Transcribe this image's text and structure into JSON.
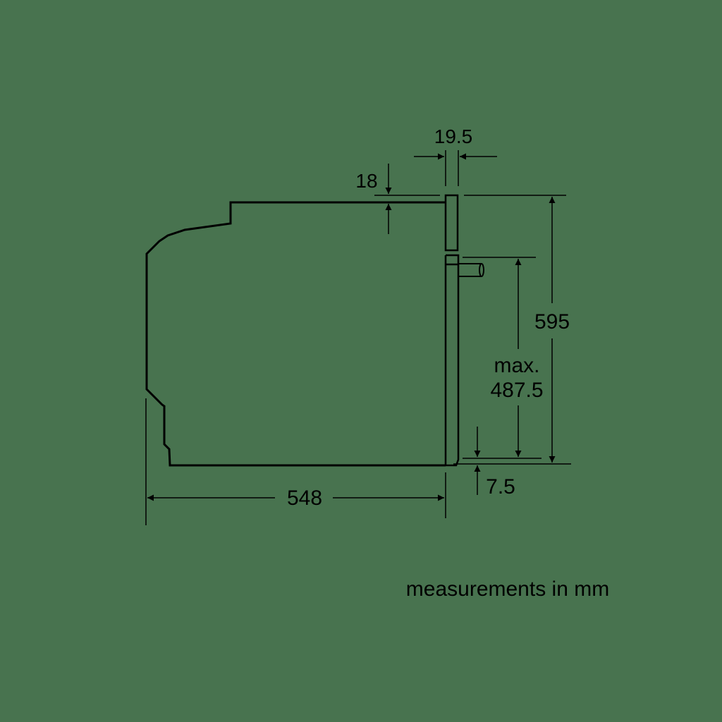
{
  "background_color": "#48734f",
  "line_color": "#000000",
  "dimensions": {
    "panel_thickness": "19.5",
    "top_offset": "18",
    "total_height": "595",
    "max_label": "max.",
    "max_height": "487.5",
    "bottom_offset": "7.5",
    "depth": "548"
  },
  "footer": {
    "units_note": "measurements in mm"
  }
}
